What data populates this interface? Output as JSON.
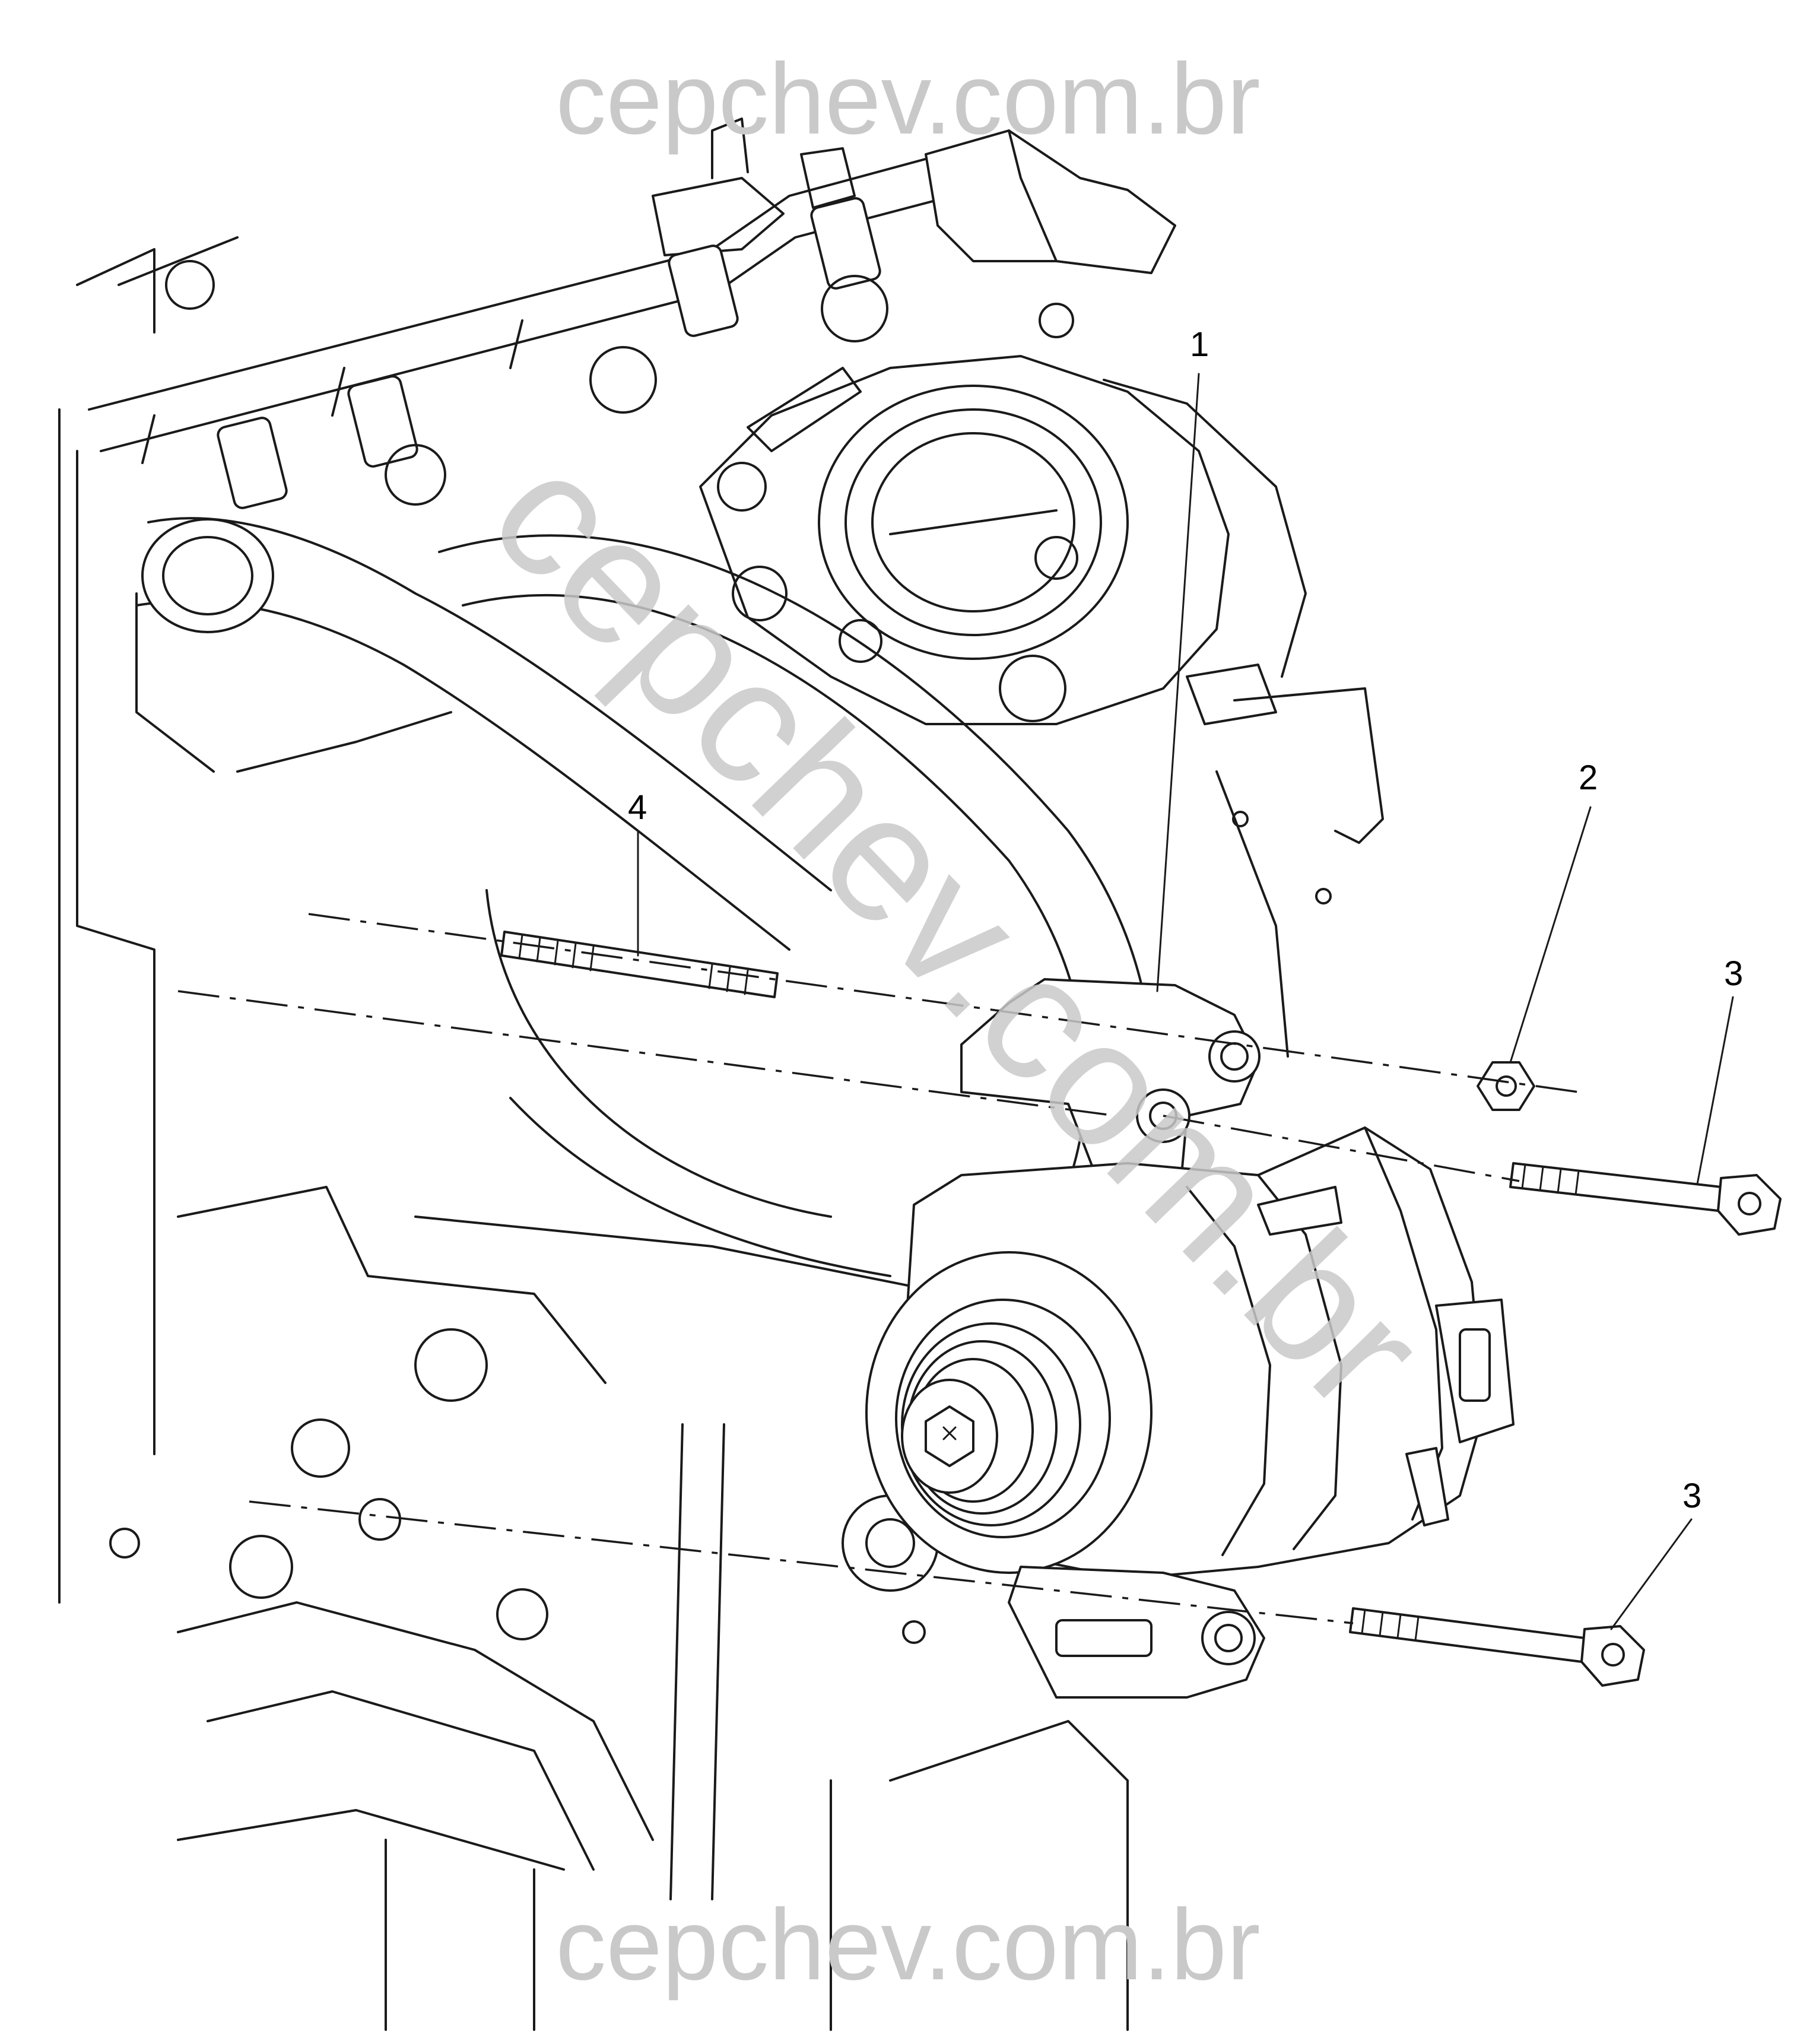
{
  "watermark": {
    "top": "cepchev.com.br",
    "diagonal": "cepchev.com.br",
    "bottom": "cepchev.com.br"
  },
  "callouts": [
    "1",
    "2",
    "3",
    "3",
    "4"
  ]
}
